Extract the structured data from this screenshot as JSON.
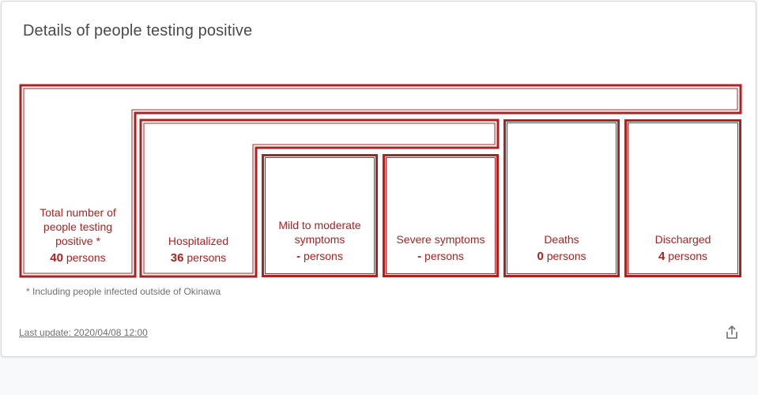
{
  "card": {
    "title": "Details of people testing positive",
    "footnote": "* Including people infected outside of Okinawa",
    "last_update": "Last update: 2020/04/08 12:00"
  },
  "colors": {
    "accent": "#ad2121"
  },
  "icons": {
    "share": "share-icon"
  },
  "boxes": {
    "total": {
      "label": "Total number of people testing positive *",
      "value": "40",
      "unit": "persons"
    },
    "hospitalized": {
      "label": "Hospitalized",
      "value": "36",
      "unit": "persons"
    },
    "mild": {
      "label": "Mild to moderate symptoms",
      "value": "-",
      "unit": "persons"
    },
    "severe": {
      "label": "Severe symptoms",
      "value": "-",
      "unit": "persons"
    },
    "deaths": {
      "label": "Deaths",
      "value": "0",
      "unit": "persons"
    },
    "discharged": {
      "label": "Discharged",
      "value": "4",
      "unit": "persons"
    }
  }
}
